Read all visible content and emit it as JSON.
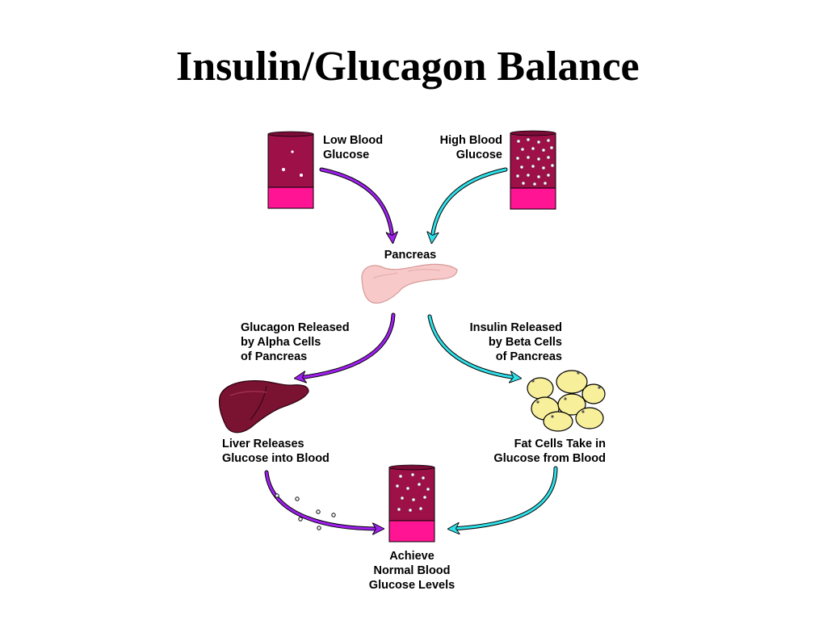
{
  "title": "Insulin/Glucagon Balance",
  "labels": {
    "low_blood_glucose": "Low Blood\nGlucose",
    "high_blood_glucose": "High Blood\nGlucose",
    "pancreas": "Pancreas",
    "glucagon_released": "Glucagon Released\nby Alpha Cells\nof Pancreas",
    "insulin_released": "Insulin Released\nby Beta Cells\nof Pancreas",
    "liver_releases": "Liver Releases\nGlucose into Blood",
    "fat_cells_take": "Fat Cells Take in\nGlucose from Blood",
    "achieve_normal": "Achieve\nNormal Blood\nGlucose Levels"
  },
  "colors": {
    "glucagon_arrow": "#a020f0",
    "insulin_arrow": "#2fe0e8",
    "tube_blood": "#9e1048",
    "tube_base": "#ff1493",
    "liver": "#7a1232",
    "fat_cell": "#f7ef9a",
    "pancreas": "#f7c9c9"
  },
  "icons": [
    "test-tube-icon",
    "pancreas-icon",
    "liver-icon",
    "fat-cells-icon"
  ]
}
